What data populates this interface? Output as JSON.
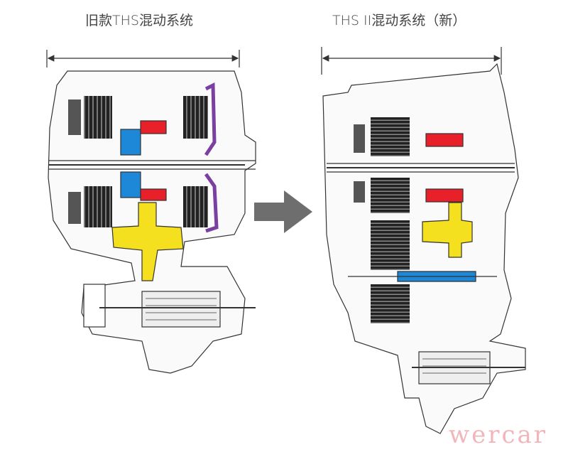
{
  "titles": {
    "old_system": "旧款THS混动系统",
    "new_system": "THS II混动系统（新）"
  },
  "watermark": "wercar",
  "colors": {
    "planetary_red": "#e8202a",
    "sun_gear_blue": "#1e88d8",
    "counter_gear_yellow": "#f4e01e",
    "damper_purple": "#7a3fa0",
    "arrow_gray": "#6e6e6e"
  }
}
